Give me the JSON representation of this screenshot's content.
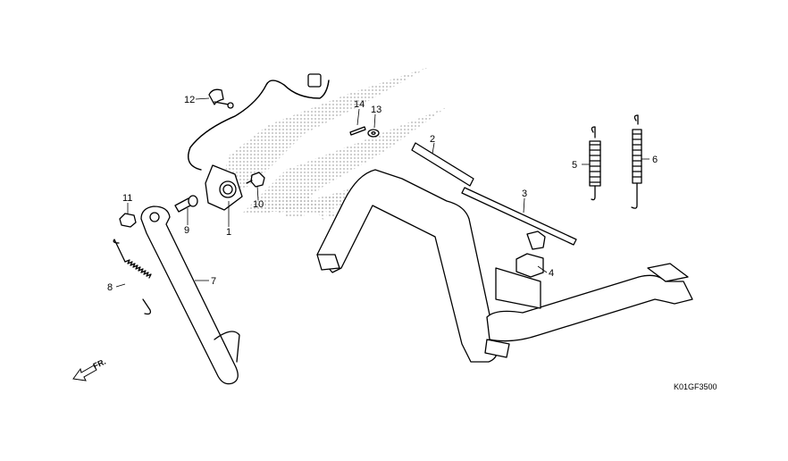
{
  "diagram": {
    "code": "K01GF3500",
    "direction_label": "FR.",
    "watermark": "HONDA",
    "line_color": "#000000",
    "watermark_color": "#bdbdbd",
    "callouts": [
      "1",
      "2",
      "3",
      "4",
      "5",
      "6",
      "7",
      "8",
      "9",
      "10",
      "11",
      "12",
      "13",
      "14"
    ]
  }
}
